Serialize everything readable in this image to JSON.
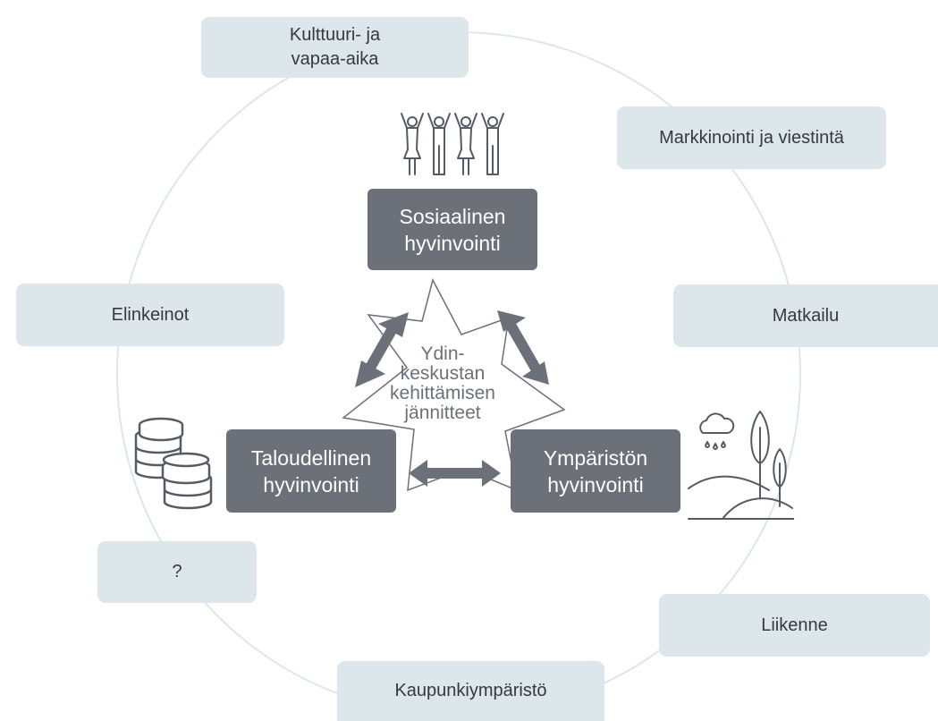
{
  "sectors": {
    "culture": "Kulttuuri- ja vapaa-aika",
    "marketing": "Markkinointi ja viestintä",
    "business": "Elinkeinot",
    "tourism": "Matkailu",
    "unknown": "?",
    "traffic": "Liikenne",
    "urban": "Kaupunkiympäristö"
  },
  "dimensions": {
    "social": "Sosiaalinen hyvinvointi",
    "economic": "Taloudellinen hyvinvointi",
    "environmental": "Ympäristön hyvinvointi"
  },
  "core": {
    "line1": "Ydin-",
    "line2": "keskustan",
    "line3": "kehittämisen",
    "line4": "jännitteet"
  },
  "icons": {
    "social": "people-icon",
    "economic": "coins-icon",
    "environmental": "landscape-icon"
  },
  "colors": {
    "sector_fill": "#dde6ea",
    "dimension_fill": "#6b7079",
    "ring": "#dde6ea",
    "arrow": "#6b7079"
  }
}
